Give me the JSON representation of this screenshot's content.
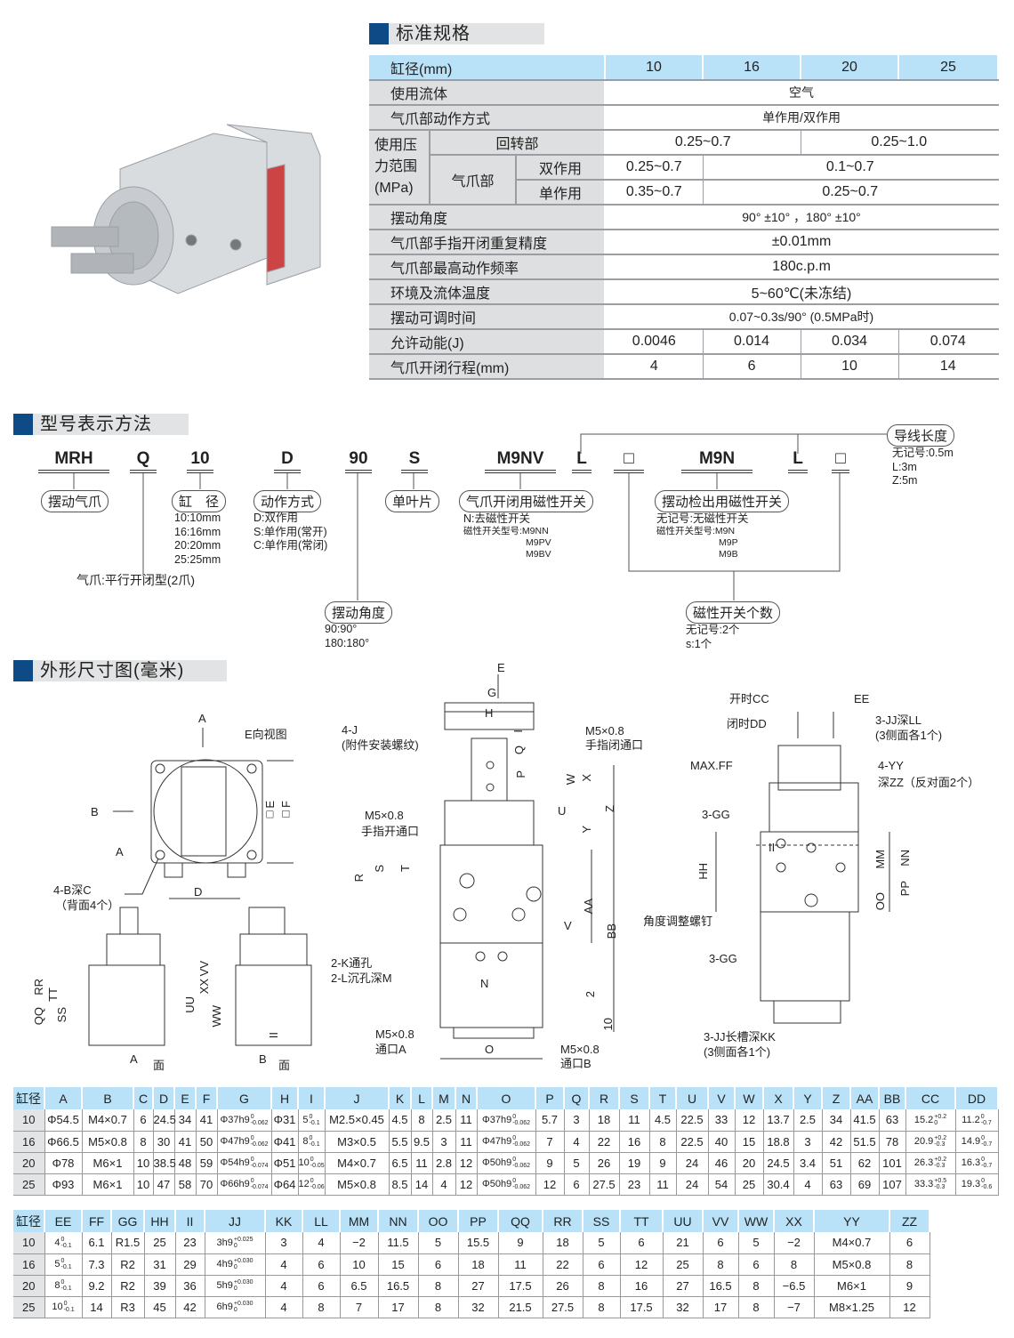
{
  "sections": {
    "spec": "标准规格",
    "model": "型号表示方法",
    "dims": "外形尺寸图(毫米)"
  },
  "spec": {
    "header": {
      "label": "缸径(mm)",
      "bores": [
        "10",
        "16",
        "20",
        "25"
      ]
    },
    "fluid": {
      "label": "使用流体",
      "value": "空气"
    },
    "action": {
      "label": "气爪部动作方式",
      "value": "单作用/双作用"
    },
    "pressure": {
      "label": "使用压力范围(MPa)",
      "label_lines": [
        "使用压",
        "力范围",
        "(MPa)"
      ],
      "rotary": "回转部",
      "rotary_v1": "0.25~0.7",
      "rotary_v2": "0.25~1.0",
      "gripper": "气爪部",
      "double": "双作用",
      "double_v1": "0.25~0.7",
      "double_v2": "0.1~0.7",
      "single": "单作用",
      "single_v1": "0.35~0.7",
      "single_v2": "0.25~0.7"
    },
    "angle": {
      "label": "摆动角度",
      "value": "90° ±10° ，180° ±10°"
    },
    "repeat": {
      "label": "气爪部手指开闭重复精度",
      "value": "±0.01mm"
    },
    "freq": {
      "label": "气爪部最高动作频率",
      "value": "180c.p.m"
    },
    "temp": {
      "label": "环境及流体温度",
      "value": "5~60℃(未冻结)"
    },
    "time": {
      "label": "摆动可调时间",
      "value": "0.07~0.3s/90° (0.5MPa时)"
    },
    "energy": {
      "label": "允许动能(J)",
      "values": [
        "0.0046",
        "0.014",
        "0.034",
        "0.074"
      ]
    },
    "stroke": {
      "label": "气爪开闭行程(mm)",
      "values": [
        "4",
        "6",
        "10",
        "14"
      ]
    }
  },
  "model": {
    "codes": [
      "MRH",
      "Q",
      "10",
      "D",
      "90",
      "S",
      "M9NV",
      "L",
      "□",
      "M9N",
      "L",
      "□"
    ],
    "pills": {
      "swing_gripper": "摆动气爪",
      "bore": "缸　径",
      "action": "动作方式",
      "single_vane": "单叶片",
      "grip_switch": "气爪开闭用磁性开关",
      "swing_switch": "摆动检出用磁性开关",
      "angle": "摆动角度",
      "switch_count": "磁性开关个数",
      "lead": "导线长度"
    },
    "notes": {
      "bore": "10:10mm\n16:16mm\n20:20mm\n25:25mm",
      "action": "D:双作用\nS:单作用(常开)\nC:单作用(常闭)",
      "gripper": "气爪:平行开闭型(2爪)",
      "grip_switch_1": "N:去磁性开关",
      "grip_switch_2": "磁性开关型号:M9NN\n                        M9PV\n                        M9BV",
      "swing_switch_1": "无记号:无磁性开关",
      "swing_switch_2": "磁性开关型号:M9N\n                        M9P\n                        M9B",
      "angle": "90:90°\n180:180°",
      "count": "无记号:2个\ns:1个",
      "lead": "无记号:0.5m\nL:3m\nZ:5m"
    }
  },
  "drawing": {
    "labels": [
      "A",
      "E向视图",
      "B",
      "A",
      "□E",
      "□F",
      "D",
      "4-B深C",
      "（背面4个）",
      "RR",
      "TT",
      "QQ",
      "SS",
      "UU",
      "XX",
      "VV",
      "WW",
      "II",
      "A",
      "面",
      "B",
      "面",
      "E",
      "G",
      "H",
      "4-J",
      "(附件安装螺纹)",
      "M5×0.8",
      "手指闭通口",
      "I",
      "Q",
      "P",
      "W",
      "X",
      "U",
      "Z",
      "Y",
      "M5×0.8",
      "手指开通口",
      "R",
      "S",
      "T",
      "AA",
      "BB",
      "V",
      "2-K通孔",
      "2-L沉孔深M",
      "N",
      "2",
      "10",
      "M5×0.8",
      "通口A",
      "O",
      "M5×0.8",
      "通口B",
      "开时CC",
      "EE",
      "闭时DD",
      "3-JJ深LL",
      "(3侧面各1个)",
      "MAX.FF",
      "4-YY",
      "深ZZ（反对面2个）",
      "3-GG",
      "HH",
      "II",
      "MM",
      "NN",
      "OO",
      "PP",
      "角度调整螺钉",
      "3-GG",
      "3-JJ长槽深KK",
      "(3侧面各1个)"
    ]
  },
  "dim_table1": {
    "headers": [
      "缸径",
      "A",
      "B",
      "C",
      "D",
      "E",
      "F",
      "G",
      "H",
      "I",
      "J",
      "K",
      "L",
      "M",
      "N",
      "O",
      "P",
      "Q",
      "R",
      "S",
      "T",
      "U",
      "V",
      "W",
      "X",
      "Y",
      "Z",
      "AA",
      "BB",
      "CC",
      "DD"
    ],
    "rows": [
      [
        "10",
        "Φ54.5",
        "M4×0.7",
        "6",
        "24.5",
        "34",
        "41",
        {
          "v": "Φ37h9",
          "up": "0",
          "lo": "-0.062"
        },
        "Φ31",
        {
          "v": "5",
          "up": "0",
          "lo": "-0.1"
        },
        "M2.5×0.45",
        "4.5",
        "8",
        "2.5",
        "11",
        {
          "v": "Φ37h9",
          "up": "0",
          "lo": "-0.062"
        },
        "5.7",
        "3",
        "18",
        "11",
        "4.5",
        "22.5",
        "33",
        "12",
        "13.7",
        "2.5",
        "34",
        "41.5",
        "63",
        {
          "v": "15.2",
          "up": "+0.2",
          "lo": "0"
        },
        {
          "v": "11.2",
          "up": "0",
          "lo": "-0.7"
        }
      ],
      [
        "16",
        "Φ66.5",
        "M5×0.8",
        "8",
        "30",
        "41",
        "50",
        {
          "v": "Φ47h9",
          "up": "0",
          "lo": "-0.062"
        },
        "Φ41",
        {
          "v": "8",
          "up": "0",
          "lo": "-0.1"
        },
        "M3×0.5",
        "5.5",
        "9.5",
        "3",
        "11",
        {
          "v": "Φ47h9",
          "up": "0",
          "lo": "-0.062"
        },
        "7",
        "4",
        "22",
        "16",
        "8",
        "22.5",
        "40",
        "15",
        "18.8",
        "3",
        "42",
        "51.5",
        "78",
        {
          "v": "20.9",
          "up": "+0.2",
          "lo": "-0.3"
        },
        {
          "v": "14.9",
          "up": "0",
          "lo": "-0.7"
        }
      ],
      [
        "20",
        "Φ78",
        "M6×1",
        "10",
        "38.5",
        "48",
        "59",
        {
          "v": "Φ54h9",
          "up": "0",
          "lo": "-0.074"
        },
        "Φ51",
        {
          "v": "10",
          "up": "0",
          "lo": "-0.05"
        },
        "M4×0.7",
        "6.5",
        "11",
        "2.8",
        "12",
        {
          "v": "Φ50h9",
          "up": "0",
          "lo": "-0.062"
        },
        "9",
        "5",
        "26",
        "19",
        "9",
        "24",
        "46",
        "20",
        "24.5",
        "3.4",
        "51",
        "62",
        "101",
        {
          "v": "26.3",
          "up": "+0.2",
          "lo": "-0.3"
        },
        {
          "v": "16.3",
          "up": "0",
          "lo": "-0.7"
        }
      ],
      [
        "25",
        "Φ93",
        "M6×1",
        "10",
        "47",
        "58",
        "70",
        {
          "v": "Φ66h9",
          "up": "0",
          "lo": "-0.074"
        },
        "Φ64",
        {
          "v": "12",
          "up": "0",
          "lo": "-0.06"
        },
        "M5×0.8",
        "8.5",
        "14",
        "4",
        "12",
        {
          "v": "Φ50h9",
          "up": "0",
          "lo": "-0.062"
        },
        "12",
        "6",
        "27.5",
        "23",
        "11",
        "24",
        "54",
        "25",
        "30.4",
        "4",
        "63",
        "69",
        "107",
        {
          "v": "33.3",
          "up": "+0.5",
          "lo": "-0.3"
        },
        {
          "v": "19.3",
          "up": "0",
          "lo": "-0.6"
        }
      ]
    ]
  },
  "dim_table2": {
    "headers": [
      "缸径",
      "EE",
      "FF",
      "GG",
      "HH",
      "II",
      "JJ",
      "KK",
      "LL",
      "MM",
      "NN",
      "OO",
      "PP",
      "QQ",
      "RR",
      "SS",
      "TT",
      "UU",
      "VV",
      "WW",
      "XX",
      "YY",
      "ZZ"
    ],
    "rows": [
      [
        "10",
        {
          "v": "4",
          "up": "0",
          "lo": "-0.1"
        },
        "6.1",
        "R1.5",
        "25",
        "23",
        {
          "v": "3h9",
          "up": "+0.025",
          "lo": "0"
        },
        "3",
        "4",
        "−2",
        "11.5",
        "5",
        "15.5",
        "9",
        "18",
        "5",
        "6",
        "21",
        "6",
        "5",
        "−2",
        "M4×0.7",
        "6"
      ],
      [
        "16",
        {
          "v": "5",
          "up": "0",
          "lo": "-0.1"
        },
        "7.3",
        "R2",
        "31",
        "29",
        {
          "v": "4h9",
          "up": "+0.030",
          "lo": "0"
        },
        "4",
        "6",
        "10",
        "15",
        "6",
        "18",
        "11",
        "22",
        "6",
        "12",
        "25",
        "8",
        "6",
        "8",
        "M5×0.8",
        "8"
      ],
      [
        "20",
        {
          "v": "8",
          "up": "0",
          "lo": "-0.1"
        },
        "9.2",
        "R2",
        "39",
        "36",
        {
          "v": "5h9",
          "up": "+0.030",
          "lo": "0"
        },
        "4",
        "6",
        "6.5",
        "16.5",
        "8",
        "27",
        "17.5",
        "26",
        "8",
        "16",
        "27",
        "16.5",
        "8",
        "−6.5",
        "M6×1",
        "9"
      ],
      [
        "25",
        {
          "v": "10",
          "up": "0",
          "lo": "-0.1"
        },
        "14",
        "R3",
        "45",
        "42",
        {
          "v": "6h9",
          "up": "+0.030",
          "lo": "0"
        },
        "4",
        "8",
        "7",
        "17",
        "8",
        "32",
        "21.5",
        "27.5",
        "8",
        "17.5",
        "32",
        "17",
        "8",
        "−7",
        "M8×1.25",
        "12"
      ]
    ]
  },
  "colors": {
    "brand_blue": "#0d4a86",
    "header_blue": "#b9e1f7",
    "label_gray": "#dedfe0"
  }
}
